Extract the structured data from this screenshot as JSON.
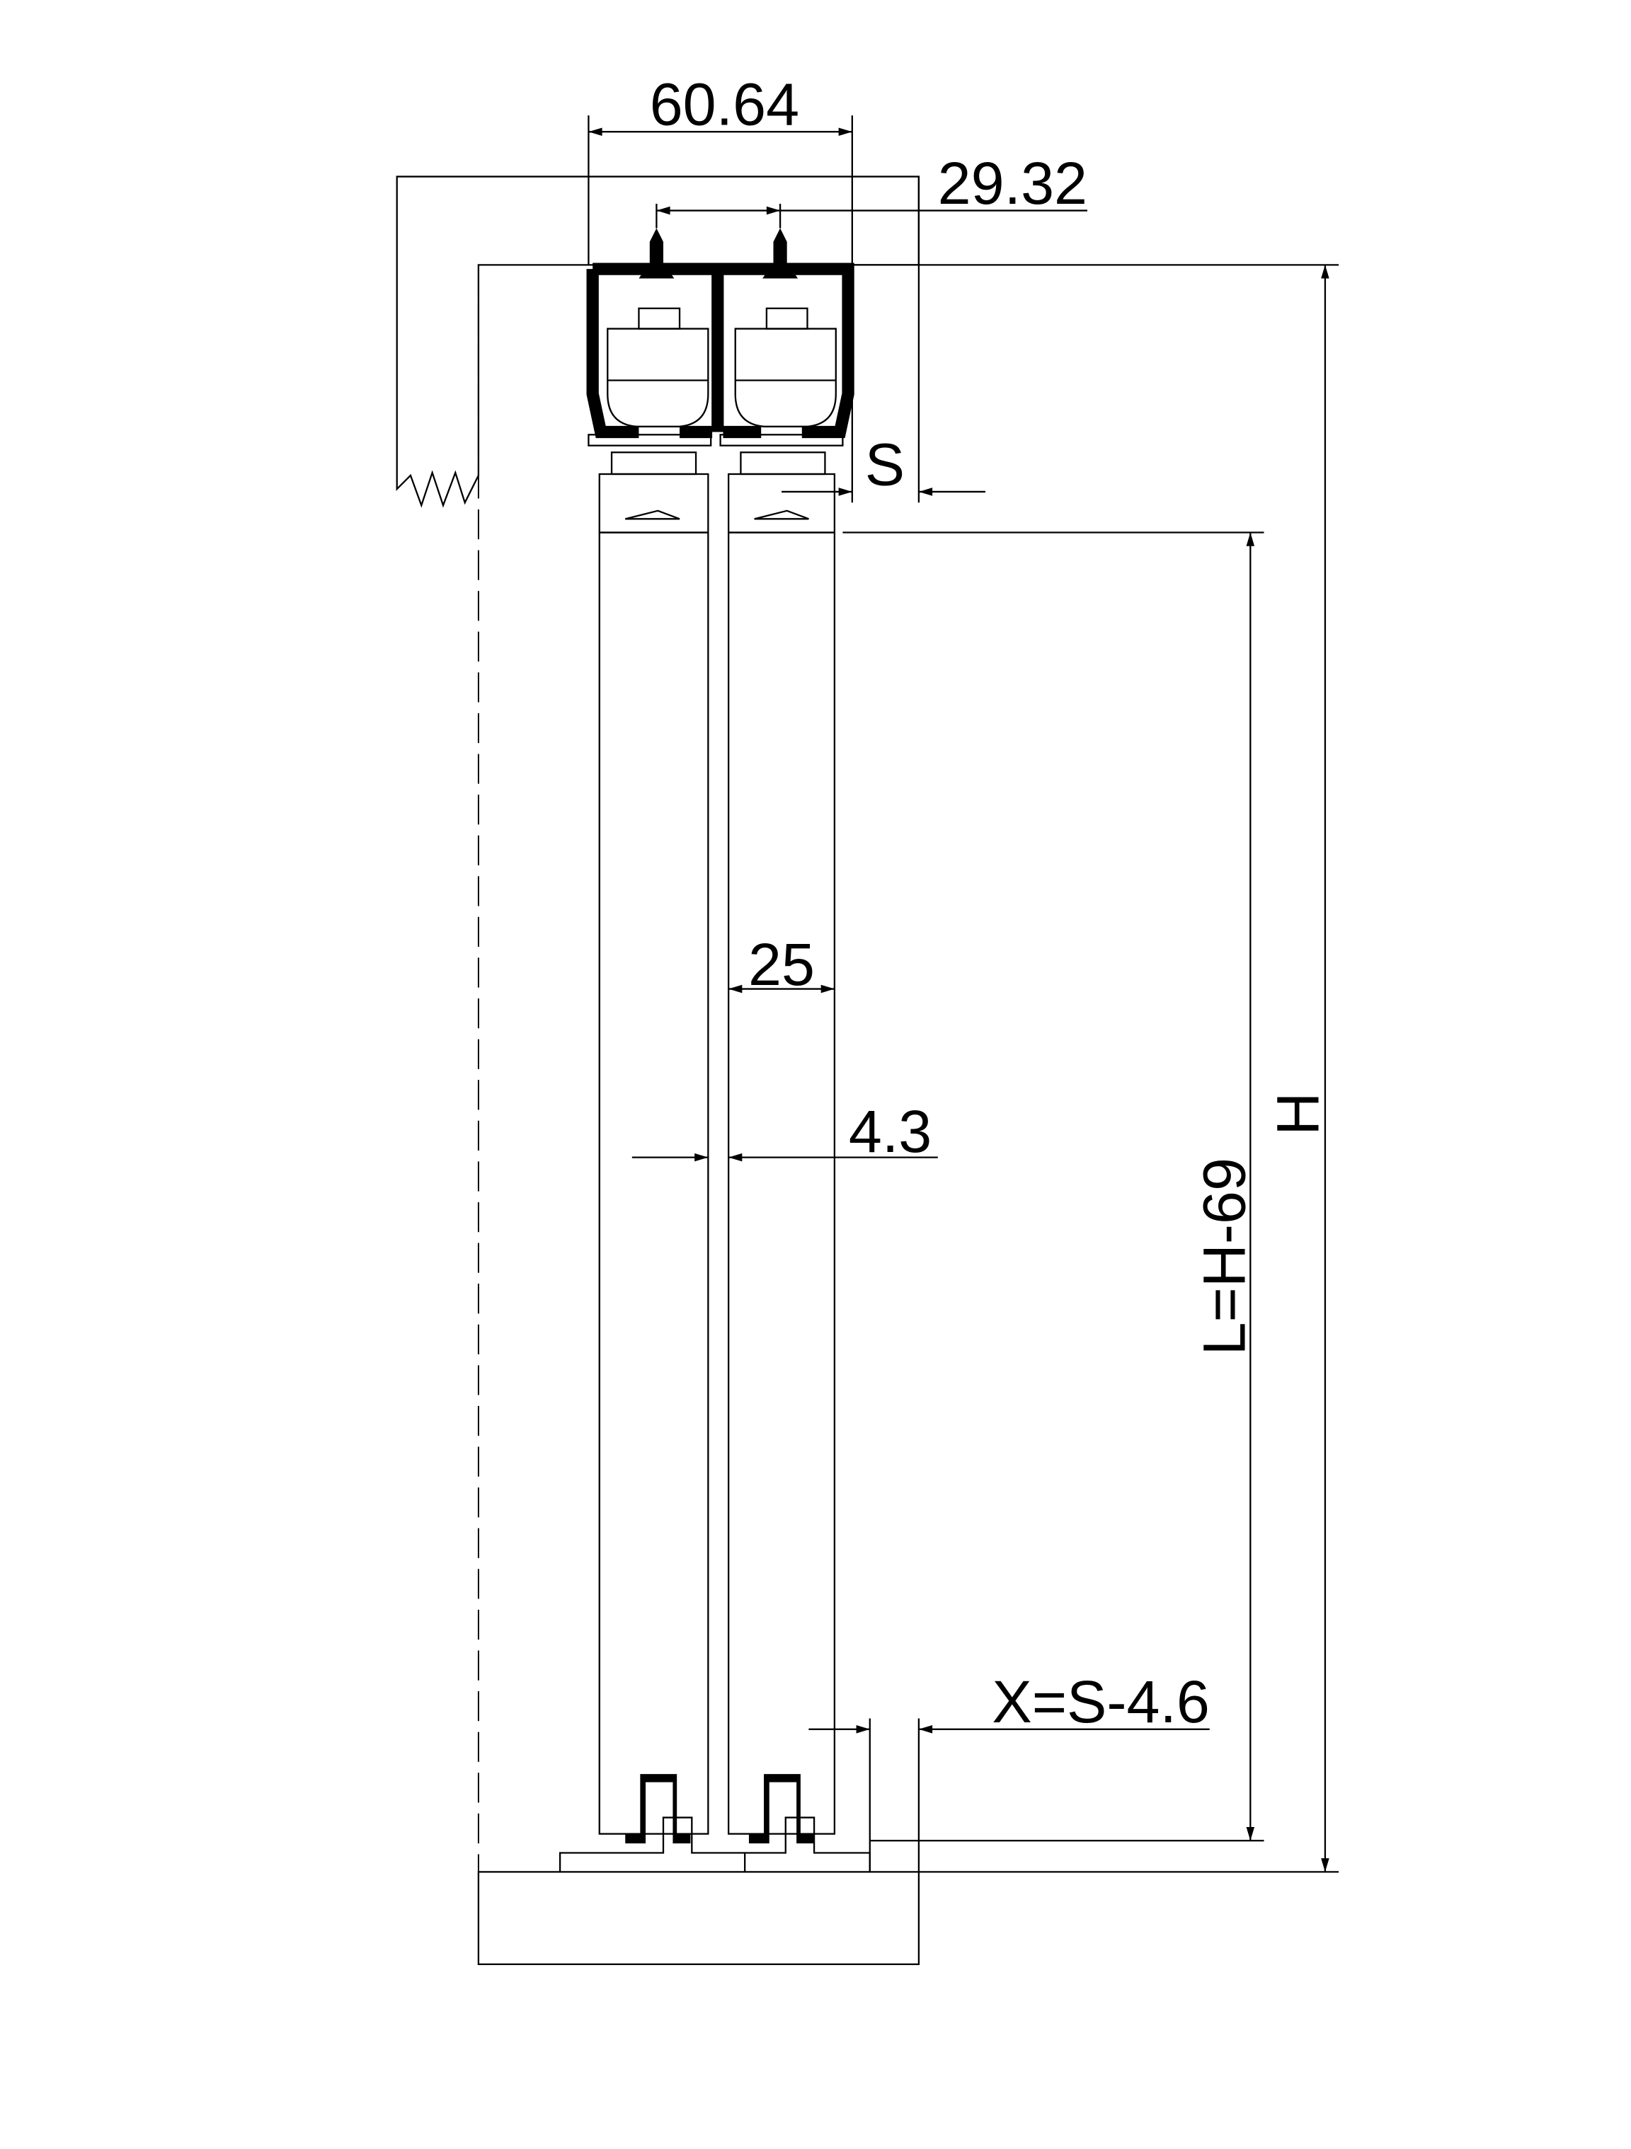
{
  "drawing": {
    "title": "Sliding door track section",
    "dimensions": {
      "track_width": "60.64",
      "track_pitch": "29.32",
      "gap_s": "S",
      "door_thickness": "25",
      "door_gap": "4.3",
      "height_h": "H",
      "door_length": "L=H-69",
      "bottom_offset": "X=S-4.6"
    },
    "colors": {
      "line": "#000000",
      "background": "#ffffff"
    }
  }
}
